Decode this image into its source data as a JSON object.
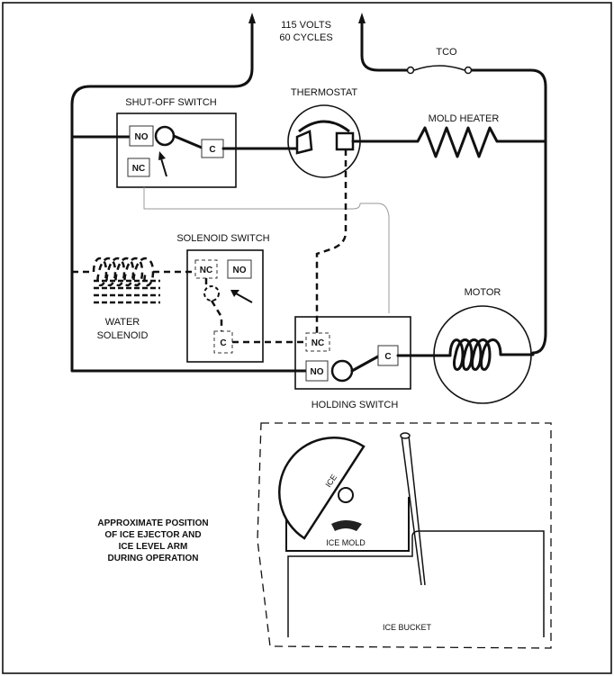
{
  "labels": {
    "power_line1": "115 VOLTS",
    "power_line2": "60 CYCLES",
    "tco": "TCO",
    "shutoff_switch": "SHUT-OFF SWITCH",
    "thermostat": "THERMOSTAT",
    "mold_heater": "MOLD HEATER",
    "solenoid_switch": "SOLENOID SWITCH",
    "water_solenoid_line1": "WATER",
    "water_solenoid_line2": "SOLENOID",
    "motor": "MOTOR",
    "holding_switch": "HOLDING SWITCH",
    "position_note_line1": "APPROXIMATE POSITION",
    "position_note_line2": "OF ICE EJECTOR AND",
    "position_note_line3": "ICE LEVEL ARM",
    "position_note_line4": "DURING OPERATION",
    "ice": "ICE",
    "ice_mold": "ICE MOLD",
    "ice_bucket": "ICE BUCKET"
  },
  "contacts": {
    "no": "NO",
    "nc": "NC",
    "c": "C"
  }
}
